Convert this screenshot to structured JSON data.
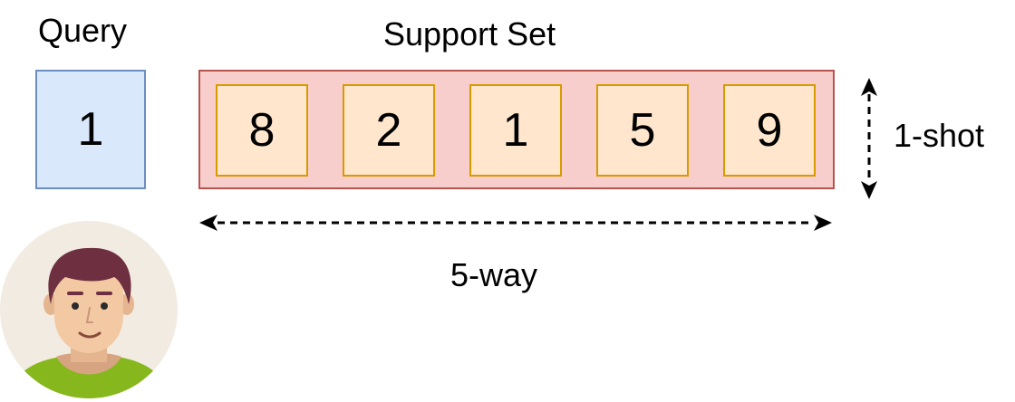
{
  "query": {
    "label": "Query",
    "digit": "1"
  },
  "support_set": {
    "label": "Support Set",
    "digits": [
      "8",
      "2",
      "1",
      "5",
      "9"
    ]
  },
  "dimensions": {
    "shot_label": "1-shot",
    "way_label": "5-way"
  },
  "colors": {
    "query_fill": "#dae8fc",
    "query_stroke": "#6c8ebf",
    "set_fill": "#f8cecc",
    "set_stroke": "#b85450",
    "card_fill": "#ffe6cc",
    "card_stroke": "#d79b00"
  },
  "icons": {
    "avatar": "person-avatar-icon"
  }
}
